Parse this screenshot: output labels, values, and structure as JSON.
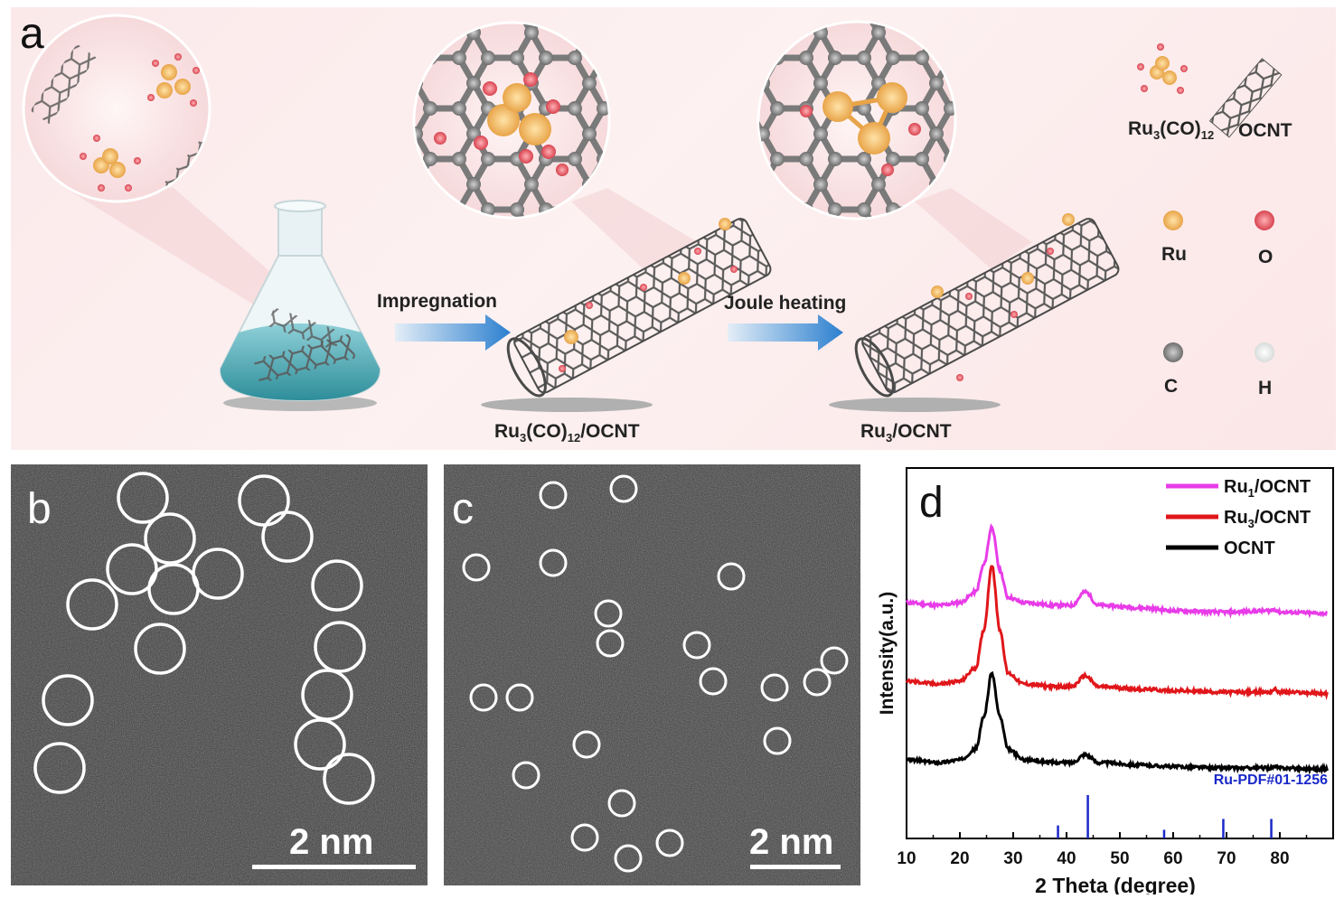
{
  "panel_a": {
    "label": "a",
    "arrow1_label": "Impregnation",
    "arrow2_label": "Joule heating",
    "product1_label_main": "Ru",
    "product1_sub1": "3",
    "product1_mid": "(CO)",
    "product1_sub2": "12",
    "product1_end": "/OCNT",
    "product2_label_main": "Ru",
    "product2_sub": "3",
    "product2_end": "/OCNT",
    "legend": {
      "mol_main": "Ru",
      "mol_sub1": "3",
      "mol_mid": "(CO)",
      "mol_sub2": "12",
      "ocnt": "OCNT",
      "atoms": [
        {
          "name": "Ru",
          "color": "#f2b55a"
        },
        {
          "name": "O",
          "color": "#e0606a"
        },
        {
          "name": "C",
          "color": "#8a8a8a"
        },
        {
          "name": "H",
          "color": "#eef0f0"
        }
      ]
    }
  },
  "panel_b": {
    "label": "b",
    "scale": "2 nm"
  },
  "panel_c": {
    "label": "c",
    "scale": "2 nm"
  },
  "panel_d": {
    "label": "d"
  },
  "chart_data": {
    "type": "line",
    "xlabel": "2 Theta (degree)",
    "ylabel": "Intensity(a.u.)",
    "xlim": [
      10,
      90
    ],
    "xticks": [
      10,
      20,
      30,
      40,
      50,
      60,
      70,
      80
    ],
    "series": [
      {
        "name_main": "Ru",
        "name_sub": "1",
        "name_end": "/OCNT",
        "color": "#e83ce8",
        "points": [
          [
            10,
            0.72
          ],
          [
            16,
            0.71
          ],
          [
            20,
            0.72
          ],
          [
            23,
            0.76
          ],
          [
            24.5,
            0.86
          ],
          [
            26,
            1.0
          ],
          [
            27.5,
            0.84
          ],
          [
            29,
            0.74
          ],
          [
            32,
            0.72
          ],
          [
            38,
            0.71
          ],
          [
            41,
            0.71
          ],
          [
            43.5,
            0.76
          ],
          [
            46,
            0.71
          ],
          [
            55,
            0.7
          ],
          [
            60,
            0.69
          ],
          [
            70,
            0.685
          ],
          [
            78,
            0.69
          ],
          [
            79,
            0.695
          ],
          [
            80,
            0.685
          ],
          [
            89,
            0.68
          ]
        ]
      },
      {
        "name_main": "Ru",
        "name_sub": "3",
        "name_end": "/OCNT",
        "color": "#e0161a",
        "points": [
          [
            10,
            0.43
          ],
          [
            16,
            0.42
          ],
          [
            20,
            0.43
          ],
          [
            23,
            0.48
          ],
          [
            24.5,
            0.62
          ],
          [
            26,
            0.86
          ],
          [
            27.5,
            0.62
          ],
          [
            29,
            0.46
          ],
          [
            32,
            0.42
          ],
          [
            38,
            0.41
          ],
          [
            41,
            0.41
          ],
          [
            43.5,
            0.45
          ],
          [
            46,
            0.41
          ],
          [
            55,
            0.4
          ],
          [
            60,
            0.395
          ],
          [
            70,
            0.39
          ],
          [
            78,
            0.39
          ],
          [
            79,
            0.4
          ],
          [
            80,
            0.39
          ],
          [
            89,
            0.385
          ]
        ]
      },
      {
        "name_main": "OCNT",
        "name_sub": "",
        "name_end": "",
        "color": "#000000",
        "points": [
          [
            10,
            0.14
          ],
          [
            16,
            0.13
          ],
          [
            20,
            0.14
          ],
          [
            23,
            0.18
          ],
          [
            24.5,
            0.3
          ],
          [
            26,
            0.46
          ],
          [
            27.5,
            0.3
          ],
          [
            29,
            0.18
          ],
          [
            32,
            0.14
          ],
          [
            38,
            0.13
          ],
          [
            41,
            0.13
          ],
          [
            43.5,
            0.16
          ],
          [
            46,
            0.13
          ],
          [
            55,
            0.12
          ],
          [
            60,
            0.115
          ],
          [
            70,
            0.11
          ],
          [
            78,
            0.11
          ],
          [
            79,
            0.115
          ],
          [
            80,
            0.11
          ],
          [
            89,
            0.105
          ]
        ]
      }
    ],
    "reference": {
      "name": "Ru-PDF#01-1256",
      "color": "#1a28c8",
      "peaks": [
        [
          38.4,
          0.3
        ],
        [
          44.0,
          1.0
        ],
        [
          58.3,
          0.2
        ],
        [
          69.4,
          0.45
        ],
        [
          78.4,
          0.45
        ]
      ]
    }
  }
}
